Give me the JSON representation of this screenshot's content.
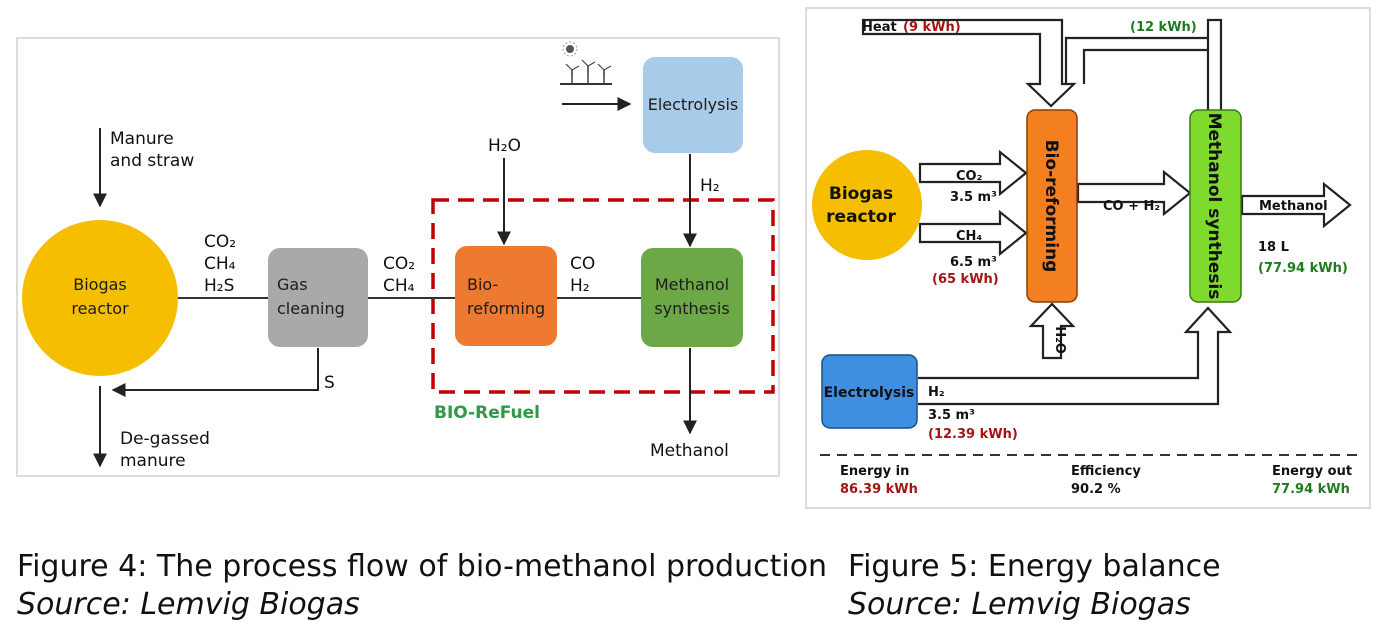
{
  "figure4": {
    "caption": "Figure 4: The process flow of bio-methanol production",
    "source": "Source: Lemvig Biogas",
    "inputs": {
      "manure_line1": "Manure",
      "manure_line2": "and straw",
      "h2o": "H₂O",
      "h2": "H₂"
    },
    "gases": {
      "raw": [
        "CO₂",
        "CH₄",
        "H₂S"
      ],
      "clean": [
        "CO₂",
        "CH₄"
      ],
      "syngas": [
        "CO",
        "H₂"
      ],
      "sulfur": "S"
    },
    "boxes": {
      "biogas_reactor": [
        "Biogas",
        "reactor"
      ],
      "gas_cleaning": [
        "Gas",
        "cleaning"
      ],
      "bio_reforming": [
        "Bio-",
        "reforming"
      ],
      "methanol_synthesis": [
        "Methanol",
        "synthesis"
      ],
      "electrolysis": "Electrolysis"
    },
    "outputs": {
      "degassed_line1": "De-gassed",
      "degassed_line2": "manure",
      "methanol": "Methanol"
    },
    "group_label": "BIO-ReFuel",
    "colors": {
      "biogas": "#F5BE00",
      "gas_cleaning": "#A9A9A9",
      "bio_reforming": "#EE7A32",
      "methanol": "#6DA847",
      "electrolysis": "#A9CBEA",
      "group_border": "#C00000",
      "group_label": "#2E9A45"
    }
  },
  "figure5": {
    "caption": "Figure 5: Energy balance",
    "source": "Source: Lemvig Biogas",
    "heat_label": "Heat",
    "heat_in": "(9 kWh)",
    "heat_out": "(12 kWh)",
    "boxes": {
      "biogas_reactor": [
        "Biogas",
        "reactor"
      ],
      "bio_reforming": "Bio-reforming",
      "methanol_synthesis": "Methanol synthesis",
      "electrolysis": "Electrolysis"
    },
    "flows": {
      "co2": "CO₂",
      "co2_volume": "3.5 m³",
      "ch4": "CH₄",
      "ch4_volume": "6.5 m³",
      "ch4_energy": "(65 kWh)",
      "h2o": "H₂O",
      "syngas": "CO + H₂",
      "h2": "H₂",
      "h2_volume": "3.5 m³",
      "h2_energy": "(12.39 kWh)",
      "methanol": "Methanol",
      "methanol_volume": "18 L",
      "methanol_energy": "(77.94 kWh)"
    },
    "summary": {
      "energy_in_label": "Energy in",
      "energy_in_value": "86.39 kWh",
      "efficiency_label": "Efficiency",
      "efficiency_value": "90.2 %",
      "energy_out_label": "Energy out",
      "energy_out_value": "77.94 kWh"
    },
    "colors": {
      "biogas": "#F5BE00",
      "bio_reforming": "#F47F20",
      "methanol": "#7EDB2E",
      "electrolysis": "#3F8FE0",
      "input_energy": "#A31515",
      "output_energy": "#1E7B1E"
    }
  }
}
